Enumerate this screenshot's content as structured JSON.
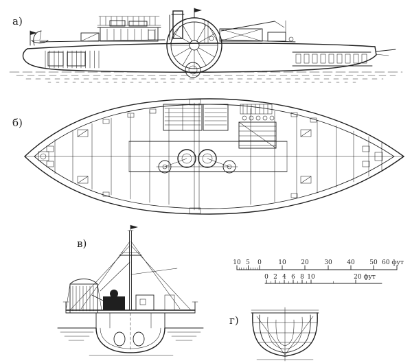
{
  "labels": {
    "view_a": "а)",
    "view_b": "б)",
    "view_v": "в)",
    "view_g": "г)"
  },
  "scales": {
    "upper": {
      "labels": [
        "10",
        "5",
        "0",
        "10",
        "20",
        "30",
        "40",
        "50",
        "60 фут"
      ]
    },
    "lower": {
      "labels": [
        "0",
        "2",
        "4",
        "6",
        "8",
        "10",
        "20 фут"
      ]
    }
  },
  "colors": {
    "ink": "#1f1f1f",
    "paper": "#ffffff"
  }
}
